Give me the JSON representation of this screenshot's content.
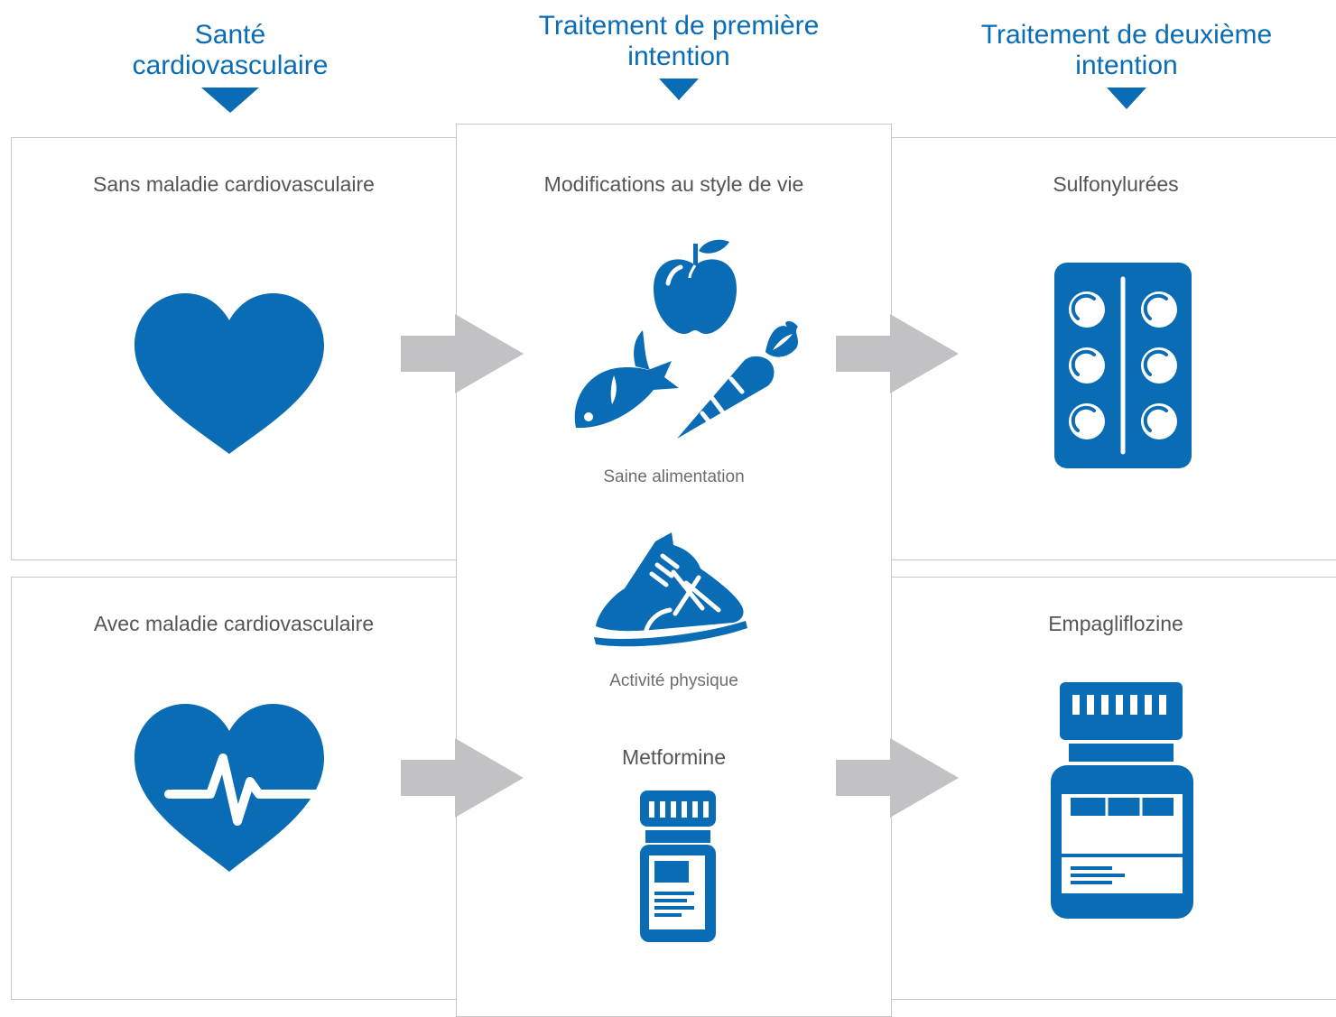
{
  "headers": {
    "col1": "Santé cardiovasculaire",
    "col2": "Traitement de première intention",
    "col3": "Traitement de deuxième intention"
  },
  "boxes": {
    "without_cvd": {
      "title": "Sans maladie cardiovasculaire",
      "icon": "heart-icon"
    },
    "with_cvd": {
      "title": "Avec maladie cardiovasculaire",
      "icon": "heart-pulse-icon"
    },
    "first_line": {
      "title": "Modifications au style de vie",
      "diet_label": "Saine alimentation",
      "diet_icons": [
        "apple-icon",
        "fish-icon",
        "carrot-icon"
      ],
      "activity_label": "Activité physique",
      "activity_icon": "sneaker-icon",
      "drug_title": "Metformine",
      "drug_icon": "pill-bottle-icon"
    },
    "sulfonylureas": {
      "title": "Sulfonylurées",
      "icon": "blister-pack-icon"
    },
    "empagliflozin": {
      "title": "Empagliflozine",
      "icon": "medicine-jar-icon"
    }
  },
  "colors": {
    "accent": "#0a6cb5",
    "arrow": "#c2c2c4",
    "border": "#c8c8c8",
    "text": "#555555"
  }
}
